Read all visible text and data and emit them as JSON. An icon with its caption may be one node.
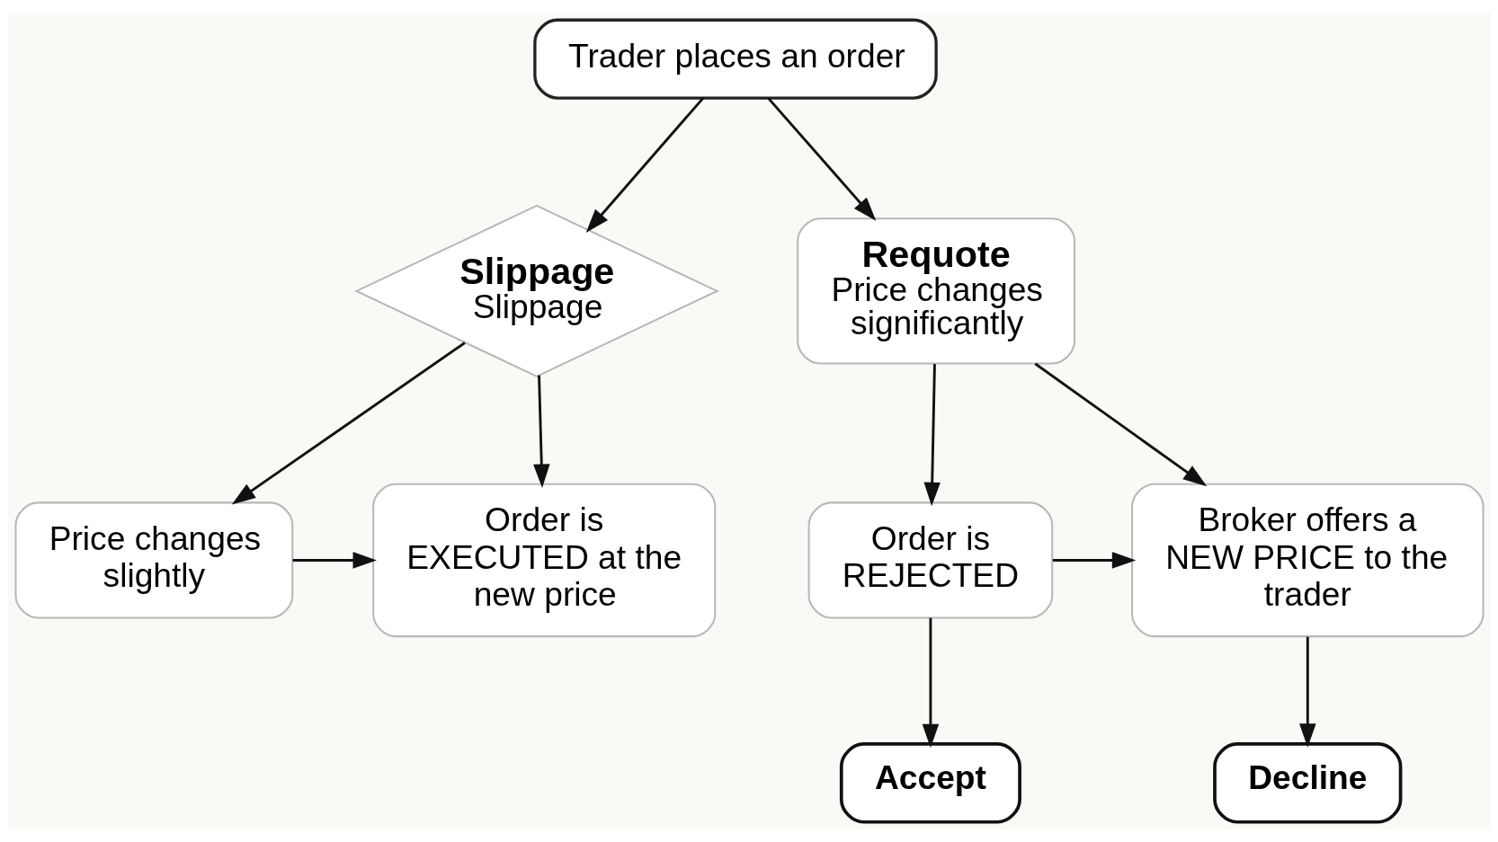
{
  "diagram": {
    "nodes": [
      {
        "text": [
          "Trader places an order"
        ]
      },
      {
        "text": [
          "Slippage",
          "Slippage"
        ]
      },
      {
        "text": [
          "Requote",
          "Price changes significantly"
        ]
      },
      {
        "text": [
          "Price changes slightly"
        ]
      },
      {
        "text": [
          "Order is EXECUTED at the new price"
        ]
      },
      {
        "text": [
          "Order is REJECTED"
        ]
      },
      {
        "text": [
          "Broker offers a NEW PRICE to the trader"
        ]
      },
      {
        "text": [
          "Accept"
        ]
      },
      {
        "text": [
          "Decline"
        ]
      }
    ],
    "edges": [
      {
        "from": 0,
        "to": 1,
        "arrow": "to"
      },
      {
        "from": 0,
        "to": 2,
        "arrow": "to"
      },
      {
        "from": 1,
        "to": 3,
        "arrow": "to"
      },
      {
        "from": 1,
        "to": 4,
        "arrow": "to"
      },
      {
        "from": 3,
        "to": 4,
        "arrow": "to"
      },
      {
        "from": 2,
        "to": 5,
        "arrow": "to"
      },
      {
        "from": 2,
        "to": 6,
        "arrow": "to"
      },
      {
        "from": 5,
        "to": 6,
        "arrow": "to"
      },
      {
        "from": 5,
        "to": 7,
        "arrow": "to"
      },
      {
        "from": 6,
        "to": 8,
        "arrow": "to"
      }
    ]
  }
}
